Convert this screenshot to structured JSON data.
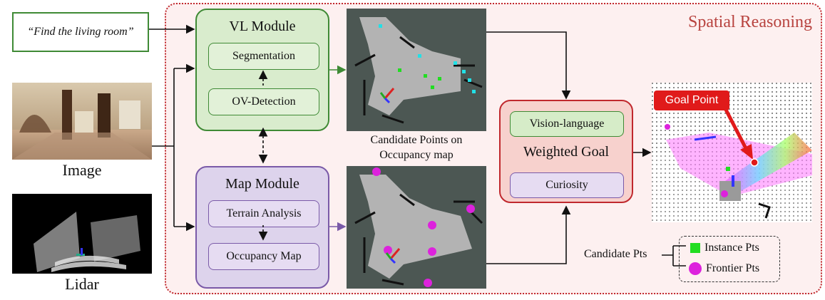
{
  "command": "“Find the living room”",
  "spatial_reasoning_title": "Spatial Reasoning",
  "vl_module": {
    "title": "VL Module",
    "segmentation": "Segmentation",
    "ov_detection": "OV-Detection"
  },
  "map_module": {
    "title": "Map Module",
    "terrain_analysis": "Terrain Analysis",
    "occupancy_map": "Occupancy Map"
  },
  "inputs": {
    "image_label": "Image",
    "lidar_label": "Lidar"
  },
  "candidate_caption_line1": "Candidate Points on",
  "candidate_caption_line2": "Occupancy map",
  "weighted_goal": {
    "title": "Weighted Goal",
    "vision_language": "Vision-language",
    "curiosity": "Curiosity"
  },
  "goal_point_label": "Goal Point",
  "legend": {
    "title": "Candidate Pts",
    "instance": "Instance Pts",
    "frontier": "Frontier Pts"
  },
  "colors": {
    "green_border": "#3f8a35",
    "purple_border": "#7a5aa8",
    "red_border": "#c0282d",
    "instance_pt": "#22dd22",
    "frontier_pt": "#dd22dd"
  }
}
